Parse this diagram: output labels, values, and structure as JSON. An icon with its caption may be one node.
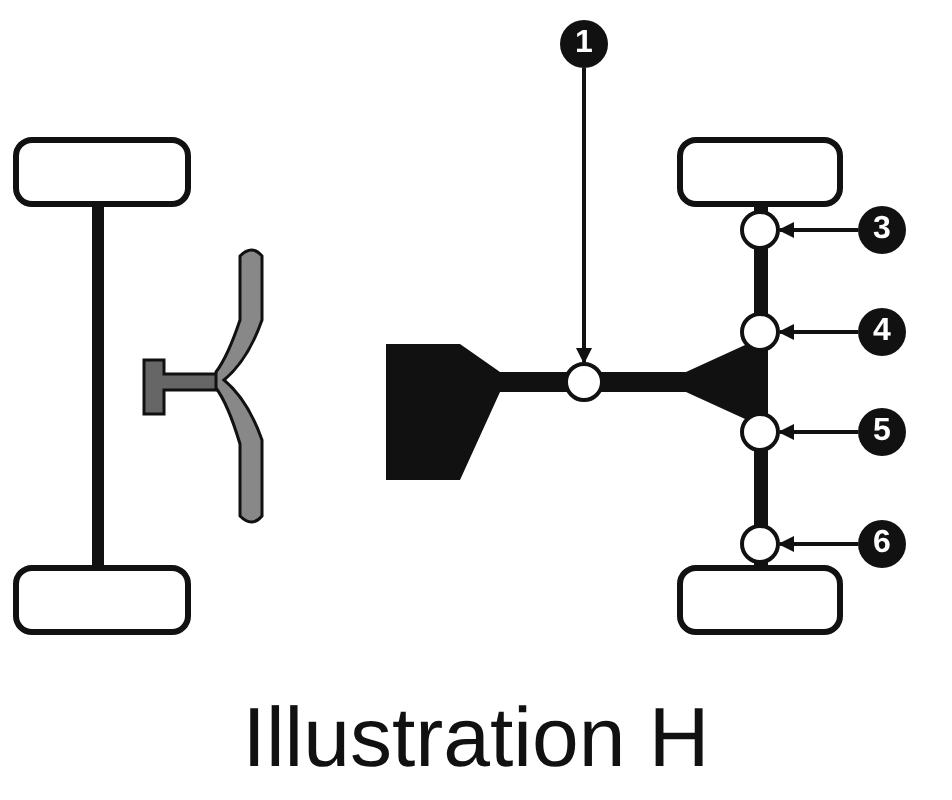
{
  "diagram": {
    "caption": "Illustration H",
    "nodes": [
      {
        "text": [
          "1"
        ]
      },
      {
        "text": [],
        "shape": "circle"
      },
      {
        "text": [
          "3"
        ]
      },
      {
        "text": [],
        "shape": "circle"
      },
      {
        "text": [
          "4"
        ]
      },
      {
        "text": [],
        "shape": "circle"
      },
      {
        "text": [
          "5"
        ]
      },
      {
        "text": [],
        "shape": "circle"
      },
      {
        "text": [
          "6"
        ]
      },
      {
        "text": [],
        "shape": "circle"
      }
    ],
    "edges": [
      {
        "from": 0,
        "to": 1,
        "arrow": "to"
      },
      {
        "from": 2,
        "to": 3,
        "arrow": "to"
      },
      {
        "from": 4,
        "to": 5,
        "arrow": "to"
      },
      {
        "from": 6,
        "to": 7,
        "arrow": "to"
      },
      {
        "from": 8,
        "to": 9,
        "arrow": "to"
      }
    ]
  }
}
